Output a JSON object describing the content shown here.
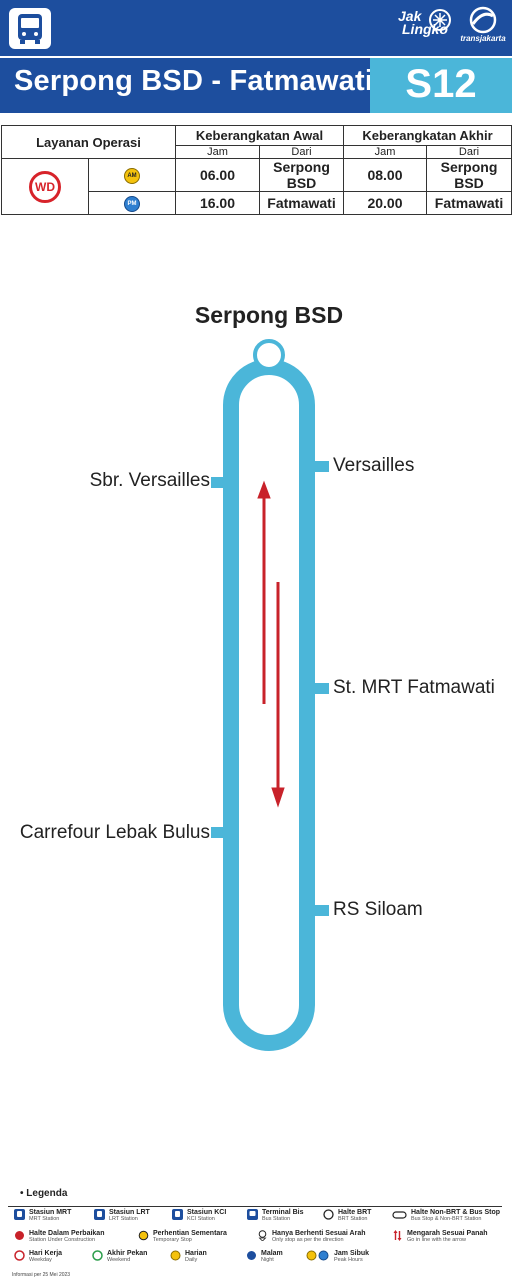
{
  "header": {
    "brand_jak_line1": "Jak",
    "brand_jak_line2": "Lingko",
    "brand_tj": "transjakarta"
  },
  "route": {
    "name": "Serpong BSD - Fatmawati",
    "code": "S12"
  },
  "operations": {
    "col_service": "Layanan Operasi",
    "col_first": "Keberangkatan Awal",
    "col_last": "Keberangkatan Akhir",
    "sub_time": "Jam",
    "sub_from": "Dari",
    "service_badge": "WD",
    "rows": [
      {
        "badge": "AM",
        "first_time": "06.00",
        "first_from": "Serpong BSD",
        "last_time": "08.00",
        "last_from": "Serpong BSD"
      },
      {
        "badge": "PM",
        "first_time": "16.00",
        "first_from": "Fatmawati",
        "last_time": "20.00",
        "last_from": "Fatmawati"
      }
    ]
  },
  "diagram": {
    "line_color": "#4bb6d9",
    "arrow_color": "#c8222a",
    "terminal": "Serpong BSD",
    "stops_left": [
      "Sbr. Versailles",
      "Carrefour Lebak Bulus"
    ],
    "stops_right": [
      "Versailles",
      "St. MRT Fatmawati",
      "RS Siloam"
    ]
  },
  "legend": {
    "title": "Legenda",
    "items": [
      {
        "label": "Stasiun MRT",
        "sub": "MRT Station",
        "icon": "mrt-station-icon"
      },
      {
        "label": "Stasiun LRT",
        "sub": "LRT Station",
        "icon": "lrt-station-icon"
      },
      {
        "label": "Stasiun KCI",
        "sub": "KCI Station",
        "icon": "kci-station-icon"
      },
      {
        "label": "Terminal Bis",
        "sub": "Bus Station",
        "icon": "bus-terminal-icon"
      },
      {
        "label": "Halte BRT",
        "sub": "BRT Station",
        "icon": "brt-stop-icon"
      },
      {
        "label": "Halte Non-BRT & Bus Stop",
        "sub": "Bus Stop & Non-BRT Station",
        "icon": "non-brt-stop-icon"
      },
      {
        "label": "Halte Dalam Perbaikan",
        "sub": "Station Under Construction",
        "icon": "under-construction-icon"
      },
      {
        "label": "Perhentian Sementara",
        "sub": "Temporary Stop",
        "icon": "temporary-stop-icon"
      },
      {
        "label": "Hanya Berhenti Sesuai Arah",
        "sub": "Only stop as per the direction",
        "icon": "directional-stop-icon"
      },
      {
        "label": "Mengarah Sesuai Panah",
        "sub": "Go in line with the arrow",
        "icon": "direction-arrow-icon"
      },
      {
        "label": "Hari Kerja",
        "sub": "Weekday",
        "icon": "weekday-icon"
      },
      {
        "label": "Akhir Pekan",
        "sub": "Weekend",
        "icon": "weekend-icon"
      },
      {
        "label": "Harian",
        "sub": "Daily",
        "icon": "daily-icon"
      },
      {
        "label": "Malam",
        "sub": "Night",
        "icon": "night-icon"
      },
      {
        "label": "Jam Sibuk",
        "sub": "Peak Hours",
        "icon": "peak-hours-icon"
      }
    ],
    "footnote": "Informasi per 25 Mei 2023"
  }
}
